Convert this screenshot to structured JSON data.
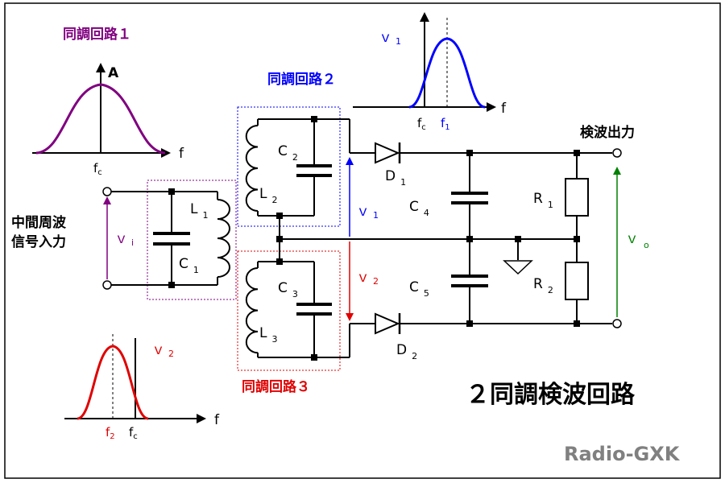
{
  "title": "２同調検波回路",
  "brand": "Radio-GXK",
  "block_labels": {
    "tune1": "同調回路１",
    "tune2": "同調回路２",
    "tune3": "同調回路３"
  },
  "io_labels": {
    "input_line1": "中間周波",
    "input_line2": "信号入力",
    "output": "検波出力"
  },
  "components": {
    "L1": {
      "main": "L",
      "sub": "1"
    },
    "C1": {
      "main": "C",
      "sub": "1"
    },
    "L2": {
      "main": "L",
      "sub": "2"
    },
    "C2": {
      "main": "C",
      "sub": "2"
    },
    "L3": {
      "main": "L",
      "sub": "3"
    },
    "C3": {
      "main": "C",
      "sub": "3"
    },
    "C4": {
      "main": "C",
      "sub": "4"
    },
    "C5": {
      "main": "C",
      "sub": "5"
    },
    "R1": {
      "main": "R",
      "sub": "1"
    },
    "R2": {
      "main": "R",
      "sub": "2"
    },
    "D1": {
      "main": "D",
      "sub": "1"
    },
    "D2": {
      "main": "D",
      "sub": "2"
    }
  },
  "voltages": {
    "vi": {
      "main": "ｖ",
      "sub": "i"
    },
    "v1": {
      "main": "ｖ",
      "sub": "1"
    },
    "v2": {
      "main": "ｖ",
      "sub": "2"
    },
    "vo": {
      "main": "ｖ",
      "sub": "o"
    }
  },
  "graph1": {
    "y_label": "A",
    "x_label": "f",
    "tick": {
      "main": "f",
      "sub": "c"
    }
  },
  "graph2": {
    "y_label": {
      "main": "ｖ",
      "sub": "1"
    },
    "x_label": "f",
    "tick1": {
      "main": "f",
      "sub": "c"
    },
    "tick2": {
      "main": "f",
      "sub": "1"
    }
  },
  "graph3": {
    "y_label": {
      "main": "ｖ",
      "sub": "2"
    },
    "x_label": "f",
    "tick1": {
      "main": "f",
      "sub": "2"
    },
    "tick2": {
      "main": "f",
      "sub": "c"
    }
  },
  "colors": {
    "purple": "#800080",
    "blue": "#0000ff",
    "red": "#e00000",
    "green": "#008000",
    "gray": "#808080",
    "black": "#000000"
  }
}
